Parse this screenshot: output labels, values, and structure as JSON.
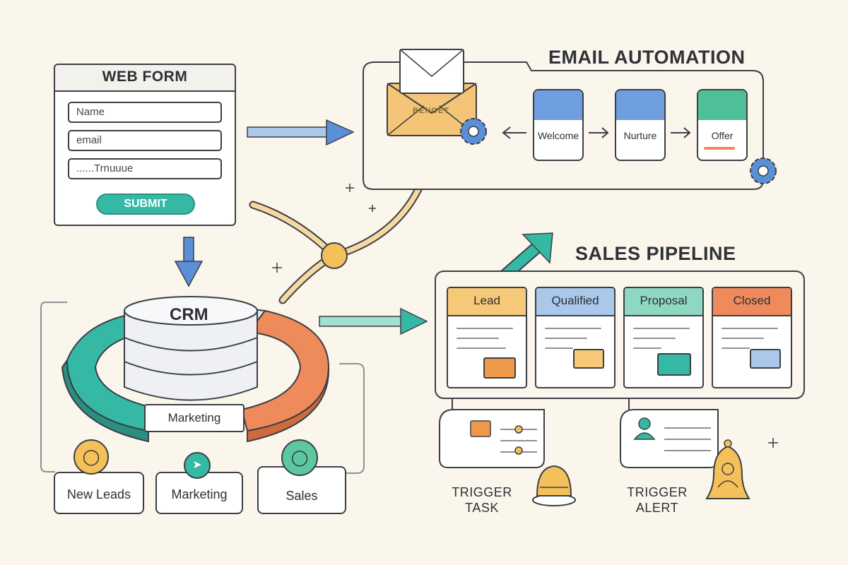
{
  "web_form": {
    "title": "WEB FORM",
    "fields": [
      "Name",
      "email",
      "......Trnuuue"
    ],
    "submit_label": "SUBMIT"
  },
  "email_automation": {
    "title": "EMAIL AUTOMATION",
    "envelope_label": "BENGET",
    "sequence": [
      "Welcome",
      "Nurture",
      "Offer"
    ]
  },
  "crm": {
    "label": "CRM",
    "ring_label": "Marketing",
    "lanes": [
      "New Leads",
      "Marketing",
      "Sales"
    ]
  },
  "sales_pipeline": {
    "title": "SALES PIPELINE",
    "stages": [
      "Lead",
      "Qualified",
      "Proposal",
      "Closed"
    ]
  },
  "triggers": [
    {
      "line1": "TRIGGER",
      "line2": "TASK"
    },
    {
      "line1": "TRIGGER",
      "line2": "ALERT"
    }
  ],
  "colors": {
    "background": "#fbf6ec",
    "outline": "#3b3f45",
    "teal": "#35b9a5",
    "blue": "#5b8fd6",
    "orange": "#ef8a5a",
    "yellow": "#f2c56a",
    "green": "#5cc7a0",
    "light_blue": "#a9c8ea"
  },
  "icons": [
    "envelope-icon",
    "gear-icon",
    "arrow-icon",
    "person-icon",
    "bell-icon",
    "database-icon"
  ]
}
